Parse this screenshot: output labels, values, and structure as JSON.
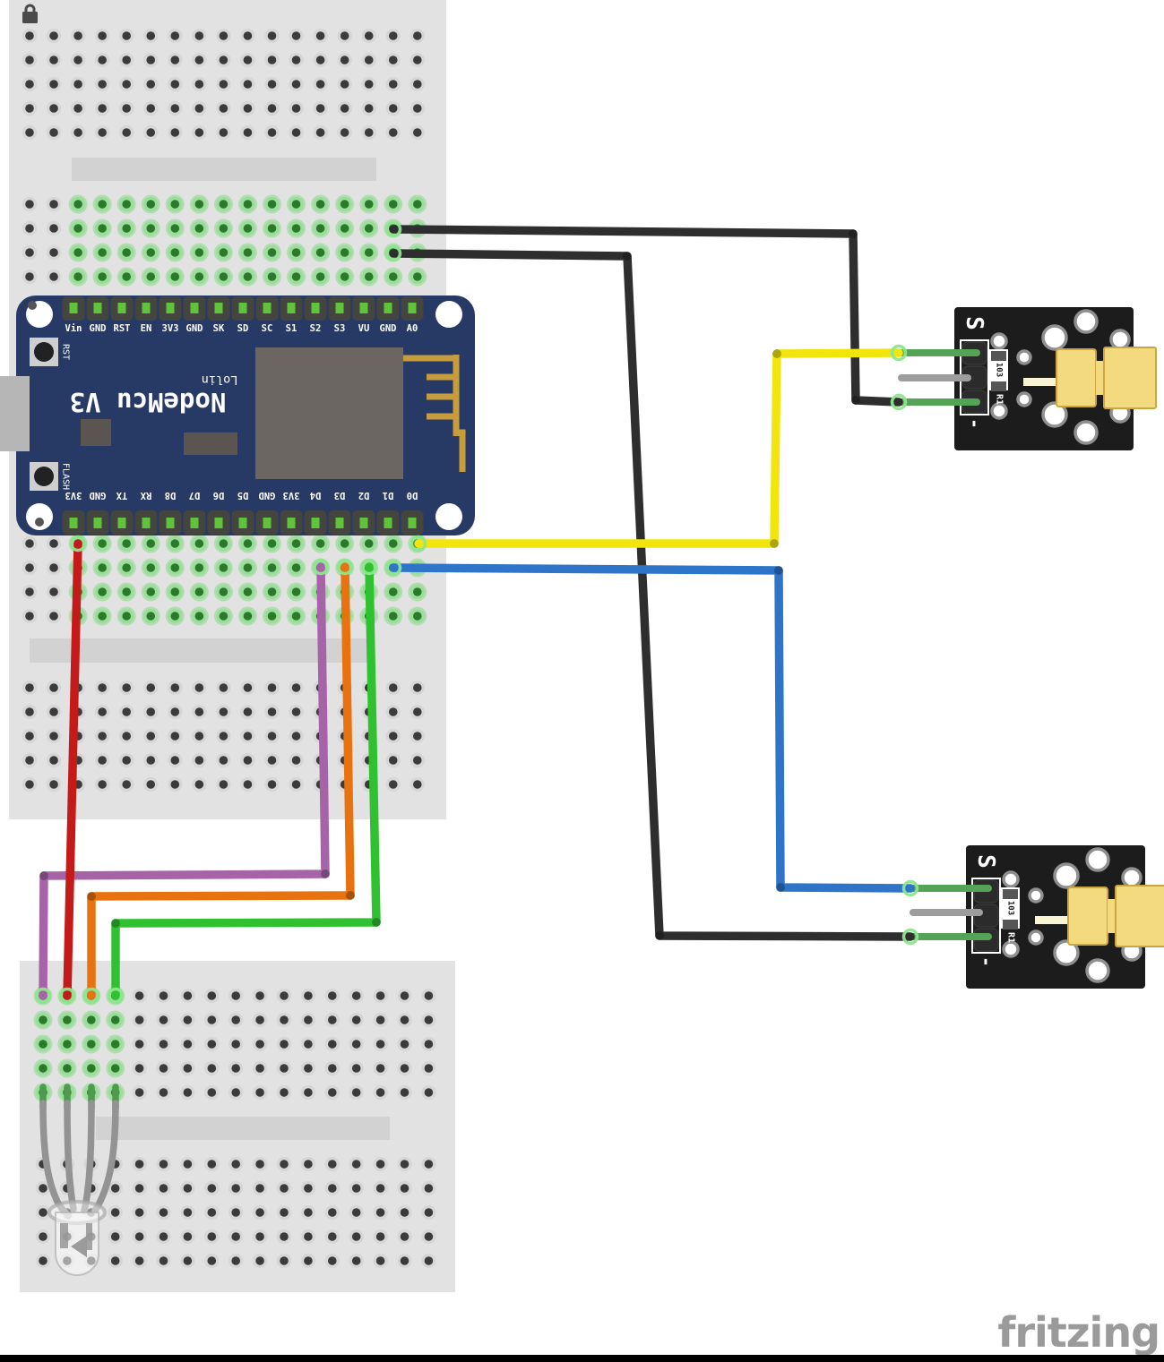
{
  "footer": {
    "watermark": "fritzing"
  },
  "page": {
    "background": "#ffffff",
    "bottom_bar_color": "#000000",
    "lock_icon": "lock-icon"
  },
  "colors": {
    "breadboard_gray": "#e2e2e2",
    "divider_gray": "#d2d2d2",
    "hole_ring": "#d7d7d7",
    "hole_dark": "#3b3b3b",
    "connected_green_ring": "#9ade9a",
    "connected_green_center": "#2b7a2b"
  },
  "nodemcu": {
    "title": "NodeMcu V3",
    "subtitle": "Lolin",
    "rst_label": "RST",
    "flash_label": "FLASH",
    "pcb_color": "#273a66",
    "chip_color": "#6b6661",
    "antenna_color": "#c79c3d",
    "pin_green": "#5fc43c",
    "top_pins": [
      "Vin",
      "GND",
      "RST",
      "EN",
      "3V3",
      "GND",
      "SK",
      "SD",
      "SC",
      "S1",
      "S2",
      "S3",
      "VU",
      "GND",
      "A0"
    ],
    "bottom_pins": [
      "3V3",
      "GND",
      "TX",
      "RX",
      "D8",
      "D7",
      "D6",
      "D5",
      "GND",
      "3V3",
      "D4",
      "D3",
      "D2",
      "D1",
      "D0"
    ]
  },
  "laser_top": {
    "signal_label": "S",
    "minus_label": "-",
    "resistor_value": "103",
    "resistor_ref": "R1",
    "pcb_color": "#1c1c1c",
    "diode_color": "#f3da7e"
  },
  "laser_bottom": {
    "signal_label": "S",
    "minus_label": "-",
    "resistor_value": "103",
    "resistor_ref": "R1",
    "pcb_color": "#1c1c1c",
    "diode_color": "#f3da7e"
  },
  "wires": {
    "black_a": "#2e2e2e",
    "black_b": "#2e2e2e",
    "yellow": "#f2e50e",
    "blue": "#2e74c8",
    "purple": "#a763a8",
    "orange": "#e8720f",
    "green": "#2fc12f",
    "red": "#c41a1a",
    "laser_leg_green": "#55a357",
    "laser_leg_gray": "#9d9d9d",
    "led_leg_gray": "#939393",
    "led_leg_tip_green": "#4e9b4e"
  }
}
